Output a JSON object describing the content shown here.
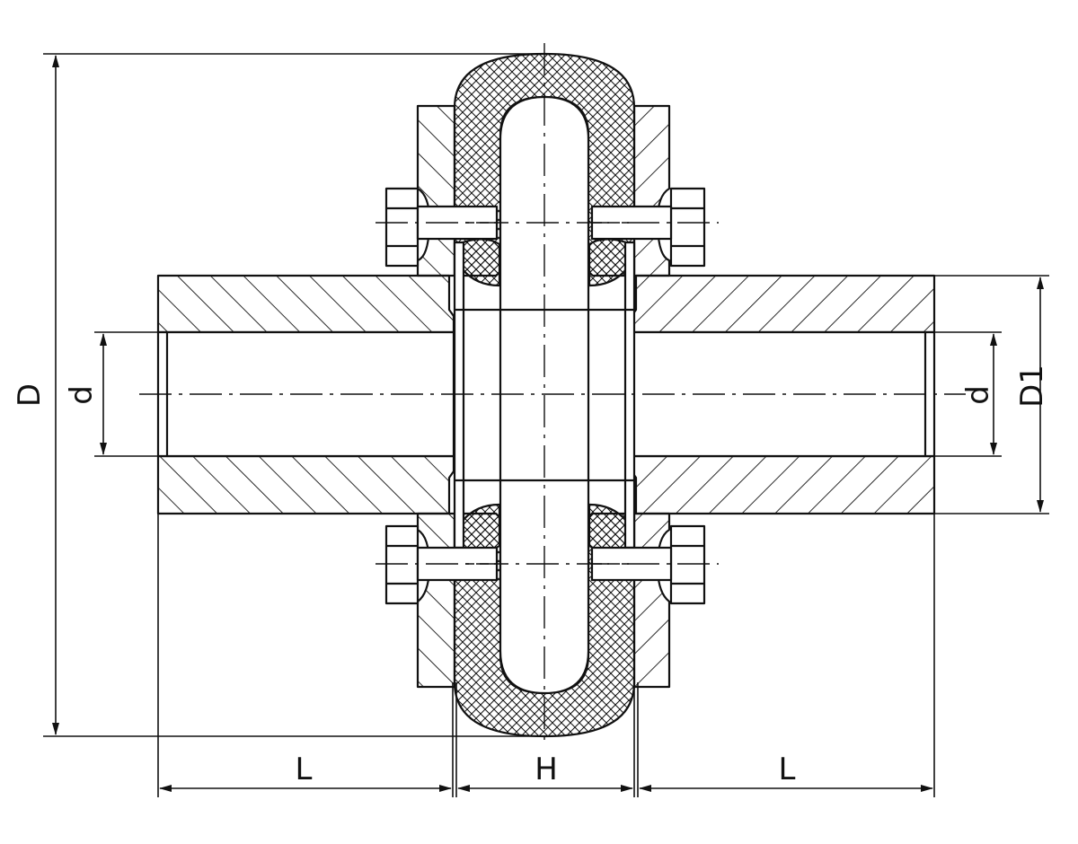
{
  "labels": {
    "D": "D",
    "D1": "D1",
    "d_left": "d",
    "d_right": "d",
    "L_left": "L",
    "H": "H",
    "L_right": "L"
  },
  "colors": {
    "line": "#111111",
    "background": "#ffffff"
  }
}
